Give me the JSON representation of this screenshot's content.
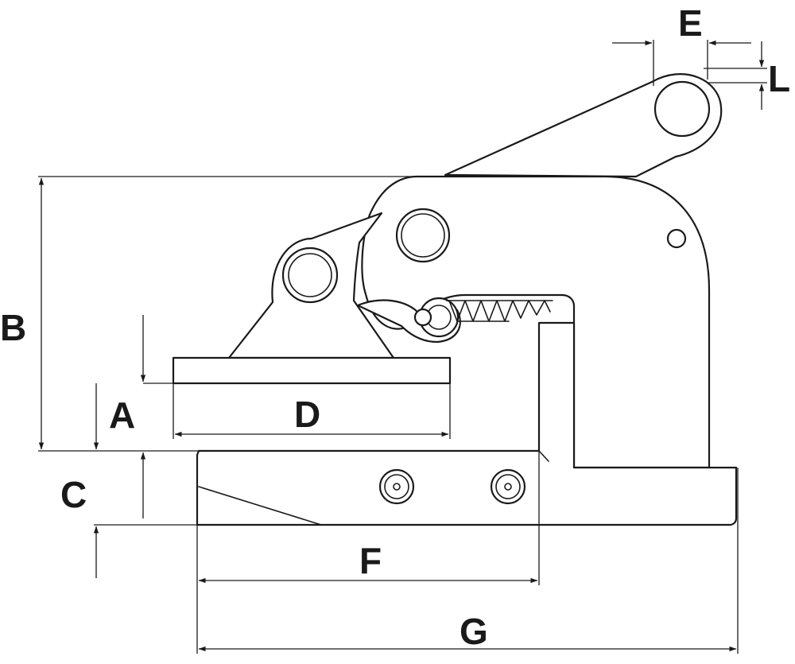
{
  "labels": {
    "A": "A",
    "B": "B",
    "C": "C",
    "D": "D",
    "E": "E",
    "F": "F",
    "G": "G",
    "L": "L"
  },
  "colors": {
    "line": "#1a1a1a",
    "background": "#ffffff"
  }
}
